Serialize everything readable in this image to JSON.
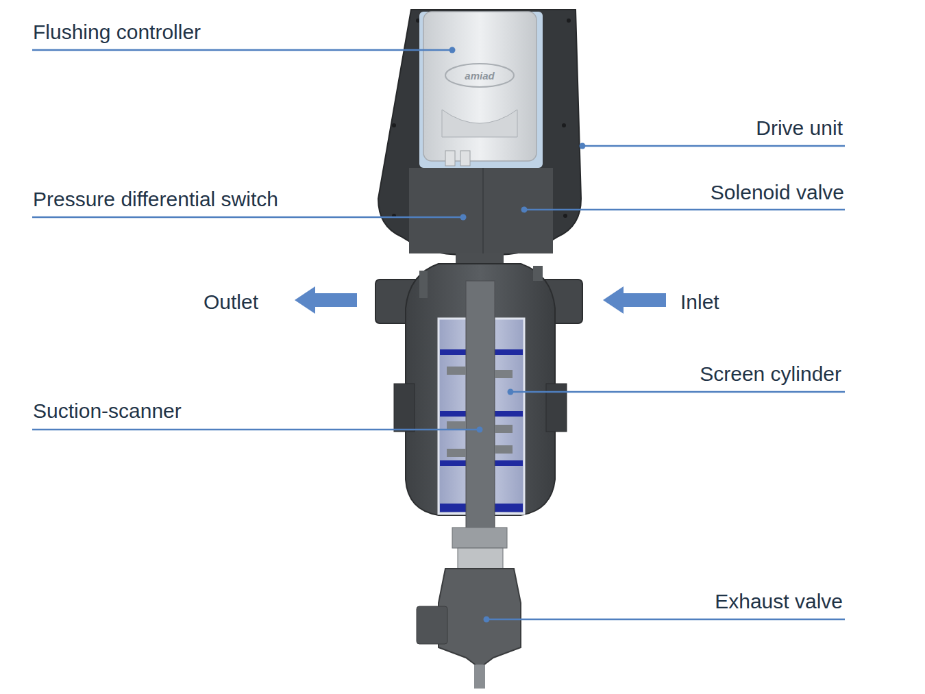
{
  "diagram": {
    "labels": [
      "Flushing controller",
      "Drive unit",
      "Pressure differential switch",
      "Solenoid valve",
      "Outlet",
      "Inlet",
      "Screen cylinder",
      "Suction-scanner",
      "Exhaust valve",
      "amiad"
    ]
  }
}
